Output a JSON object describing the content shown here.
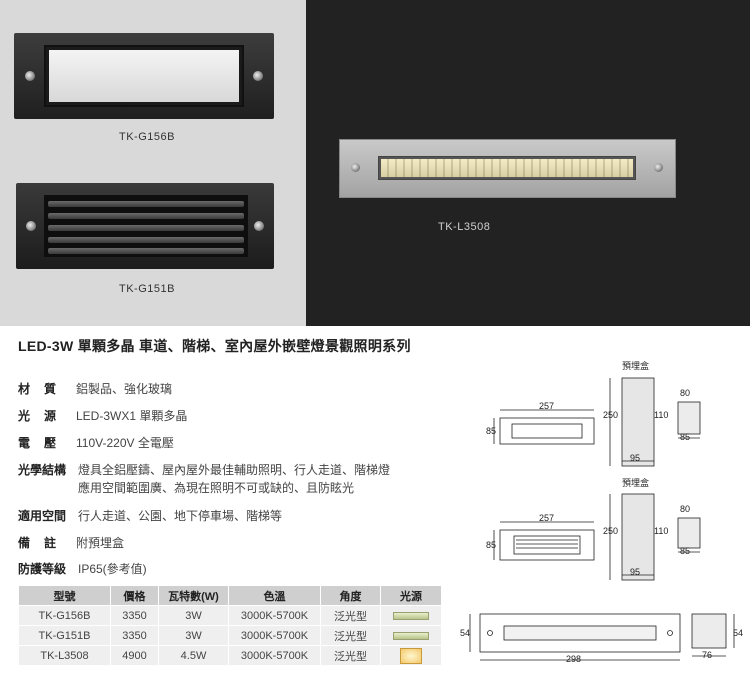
{
  "photos": {
    "g156b_label": "TK-G156B",
    "g151b_label": "TK-G151B",
    "l3508_label": "TK-L3508"
  },
  "title": "LED-3W 單顆多晶 車道、階梯、室內屋外嵌壁燈景觀照明系列",
  "specs": [
    {
      "key": "材質",
      "value": "鋁製品、強化玻璃"
    },
    {
      "key": "光源",
      "value": "LED-3WX1 單顆多晶"
    },
    {
      "key": "電壓",
      "value": "110V-220V 全電壓"
    },
    {
      "key": "光學結構",
      "value": "燈具全鋁壓鑄、屋內屋外最佳輔助照明、行人走道、階梯燈",
      "value2": "應用空間範圍廣、為現在照明不可或缺的、且防眩光"
    },
    {
      "key": "適用空間",
      "value": "行人走道、公園、地下停車場、階梯等"
    },
    {
      "key": "備註",
      "value": "附預埋盒"
    },
    {
      "key": "防護等級",
      "value": "IP65(參考值)"
    }
  ],
  "table": {
    "headers": [
      "型號",
      "價格",
      "瓦特數(W)",
      "色溫",
      "角度",
      "光源"
    ],
    "rows": [
      {
        "model": "TK-G156B",
        "price": "3350",
        "watt": "3W",
        "cct": "3000K-5700K",
        "angle": "泛光型",
        "source_icon": "led-strip-icon"
      },
      {
        "model": "TK-G151B",
        "price": "3350",
        "watt": "3W",
        "cct": "3000K-5700K",
        "angle": "泛光型",
        "source_icon": "led-strip-icon"
      },
      {
        "model": "TK-L3508",
        "price": "4900",
        "watt": "4.5W",
        "cct": "3000K-5700K",
        "angle": "泛光型",
        "source_icon": "led-chip-icon"
      }
    ]
  },
  "diagrams": {
    "box_label": "預埋盒",
    "d1": {
      "w": "257",
      "h": "85",
      "box_h": "250",
      "box_d": "95",
      "box_w": "80",
      "box_h2": "110",
      "box_w2": "85"
    },
    "d2": {
      "w": "257",
      "h": "85",
      "box_h": "250",
      "box_d": "95",
      "box_w": "80",
      "box_h2": "110",
      "box_w2": "85"
    },
    "d3": {
      "w": "298",
      "h": "54",
      "side_h": "54",
      "side_w": "76"
    }
  }
}
